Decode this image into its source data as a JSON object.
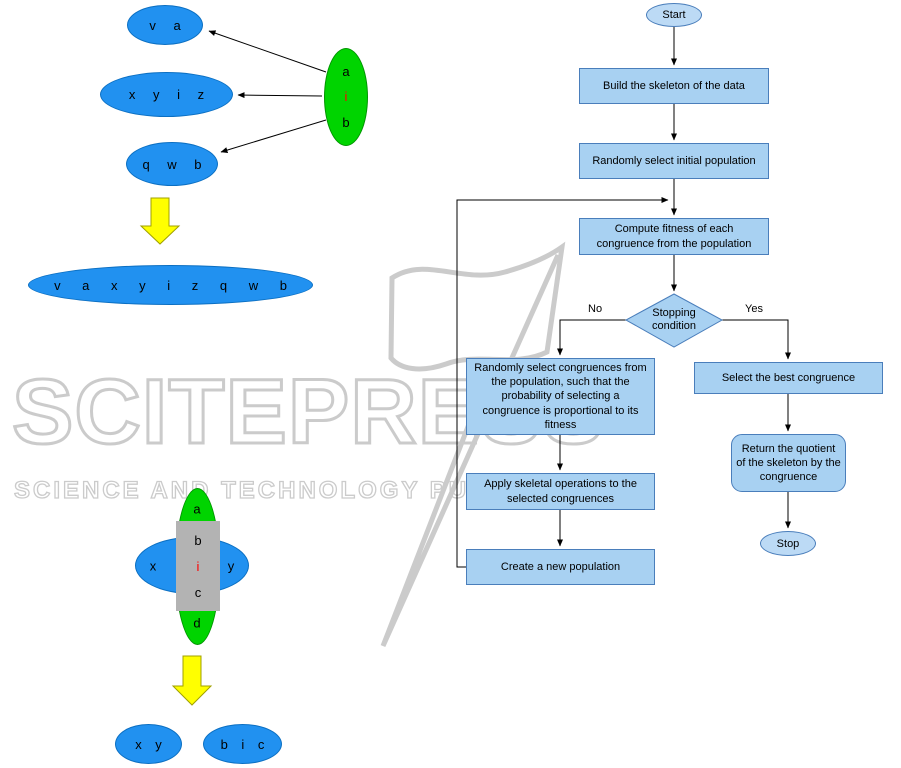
{
  "watermark": {
    "title": "SCITEPRESS",
    "subtitle": "SCIENCE AND TECHNOLOGY PUBLICATIONS",
    "color": "#cbcbcb"
  },
  "palette": {
    "class_ellipse_blue": "#2191f0",
    "generator_green": "#00d400",
    "middle_box_gray": "#b3b3b3",
    "block_arrow_yellow": "#ffff00",
    "flow_node_fill": "#a8d1f2",
    "flow_node_border": "#4a7ebb",
    "highlight_letter_red": "#ff0000"
  },
  "merge_diagram": {
    "source_classes": [
      {
        "label": "v a"
      },
      {
        "label": "x y i z"
      },
      {
        "label": "q w b"
      }
    ],
    "generator_letters": [
      {
        "char": "a",
        "color": "#000000"
      },
      {
        "char": "i",
        "color": "#ff0000"
      },
      {
        "char": "b",
        "color": "#000000"
      }
    ],
    "merged_class": "v a x y i z q w b"
  },
  "split_diagram": {
    "left_letter": "x",
    "right_letter": "y",
    "top_letter": "a",
    "bottom_letter": "d",
    "box_letters": [
      {
        "char": "b",
        "color": "#000000"
      },
      {
        "char": "i",
        "color": "#ff0000"
      },
      {
        "char": "c",
        "color": "#000000"
      }
    ],
    "result_classes": [
      {
        "label": "x y"
      },
      {
        "label": "b i c"
      }
    ]
  },
  "flowchart": {
    "start": "Start",
    "stop": "Stop",
    "steps": {
      "build": "Build the skeleton of the data",
      "init": "Randomly select initial population",
      "fitness": "Compute fitness of each congruence from the population",
      "select_random": "Randomly select congruences from the population, such that the probability of selecting a congruence is proportional to its fitness",
      "apply": "Apply skeletal operations to the selected congruences",
      "new_pop": "Create a new population",
      "select_best": "Select the best congruence",
      "return_quotient": "Return the quotient of the skeleton by the congruence"
    },
    "decision": {
      "label": "Stopping condition",
      "no": "No",
      "yes": "Yes"
    }
  }
}
